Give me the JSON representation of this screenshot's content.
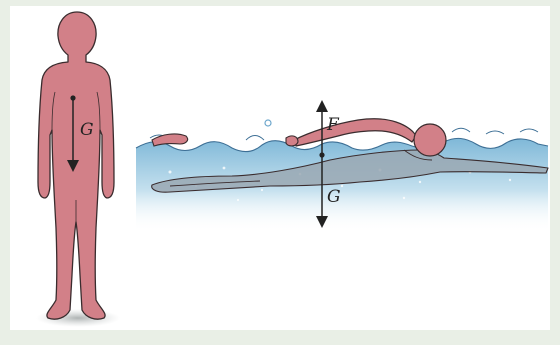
{
  "labels": {
    "standing_gravity": "G",
    "buoyant_force": "F",
    "swimmer_gravity": "G"
  },
  "colors": {
    "background": "#e9efe6",
    "panel": "#ffffff",
    "body_fill": "#d28088",
    "body_outline": "#3a2c2e",
    "water_top": "#7fb8d8",
    "water_bottom": "#f4fafd",
    "arrow": "#222222"
  }
}
